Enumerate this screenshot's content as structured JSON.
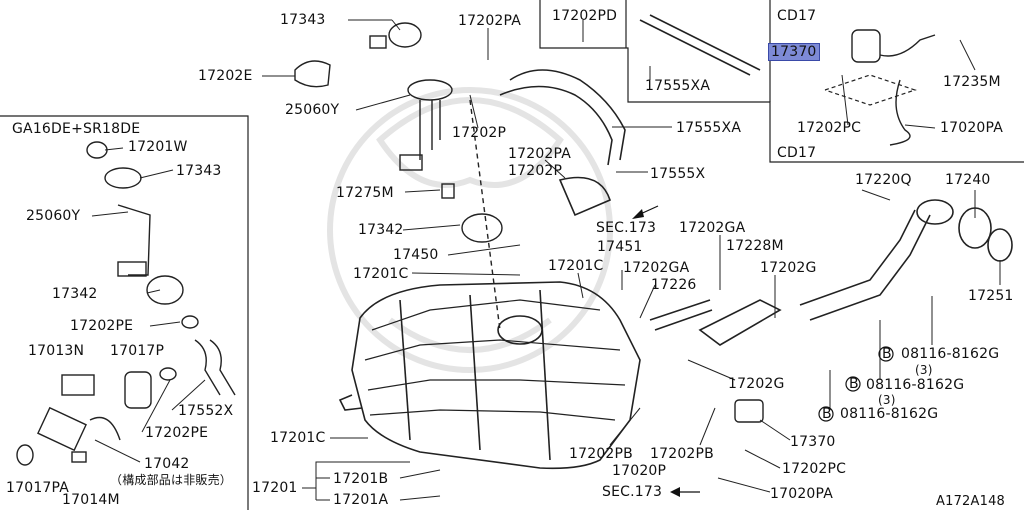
{
  "diagram_code": "A172A148",
  "labels": {
    "p17343_top": "17343",
    "p17202E": "17202E",
    "p25060Y_top": "25060Y",
    "p17202PA_top": "17202PA",
    "p17202P_top": "17202P",
    "p17202PD": "17202PD",
    "p17555XA_inset": "17555XA",
    "p17555XA_main": "17555XA",
    "p17202PA_mid": "17202PA",
    "p17202P_mid": "17202P",
    "p17555X": "17555X",
    "p17275M": "17275M",
    "p17342_main": "17342",
    "p17450": "17450",
    "p17201C_top": "17201C",
    "sec173_top": "SEC.173",
    "p17451": "17451",
    "p17201C_mid": "17201C",
    "p17202GA_1": "17202GA",
    "p17202GA_2": "17202GA",
    "p17228M": "17228M",
    "p17226": "17226",
    "p17202G_1": "17202G",
    "p17202G_2": "17202G",
    "p17220Q": "17220Q",
    "p17240": "17240",
    "p17251": "17251",
    "bolt1": "08116-8162G",
    "bolt1_qty": "(3)",
    "bolt2": "08116-8162G",
    "bolt2_qty": "(3)",
    "bolt3": "08116-8162G",
    "bolt_b": "B",
    "p17201C_bottom": "17201C",
    "p17201": "17201",
    "p17201B": "17201B",
    "p17201A": "17201A",
    "p17202PB_1": "17202PB",
    "p17202PB_2": "17202PB",
    "p17020P": "17020P",
    "sec173_bottom": "SEC.173",
    "p17370_main": "17370",
    "p17202PC_main": "17202PC",
    "p17020PA_main": "17020PA",
    "cd17_top": "CD17",
    "p17370_inset": "17370",
    "p17235M": "17235M",
    "p17202PC_inset": "17202PC",
    "p17020PA_inset": "17020PA",
    "cd17_bottom": "CD17"
  },
  "left_inset": {
    "title": "GA16DE+SR18DE",
    "p17201W": "17201W",
    "p17343": "17343",
    "p25060Y": "25060Y",
    "p17342": "17342",
    "p17202PE_top": "17202PE",
    "p17013N": "17013N",
    "p17017P": "17017P",
    "p17552X": "17552X",
    "p17202PE_bottom": "17202PE",
    "p17042": "17042",
    "p17042_note": "（構成部品は非販売）",
    "p17017PA": "17017PA",
    "p17014M": "17014M"
  },
  "highlight_color": "#7d8ad6"
}
